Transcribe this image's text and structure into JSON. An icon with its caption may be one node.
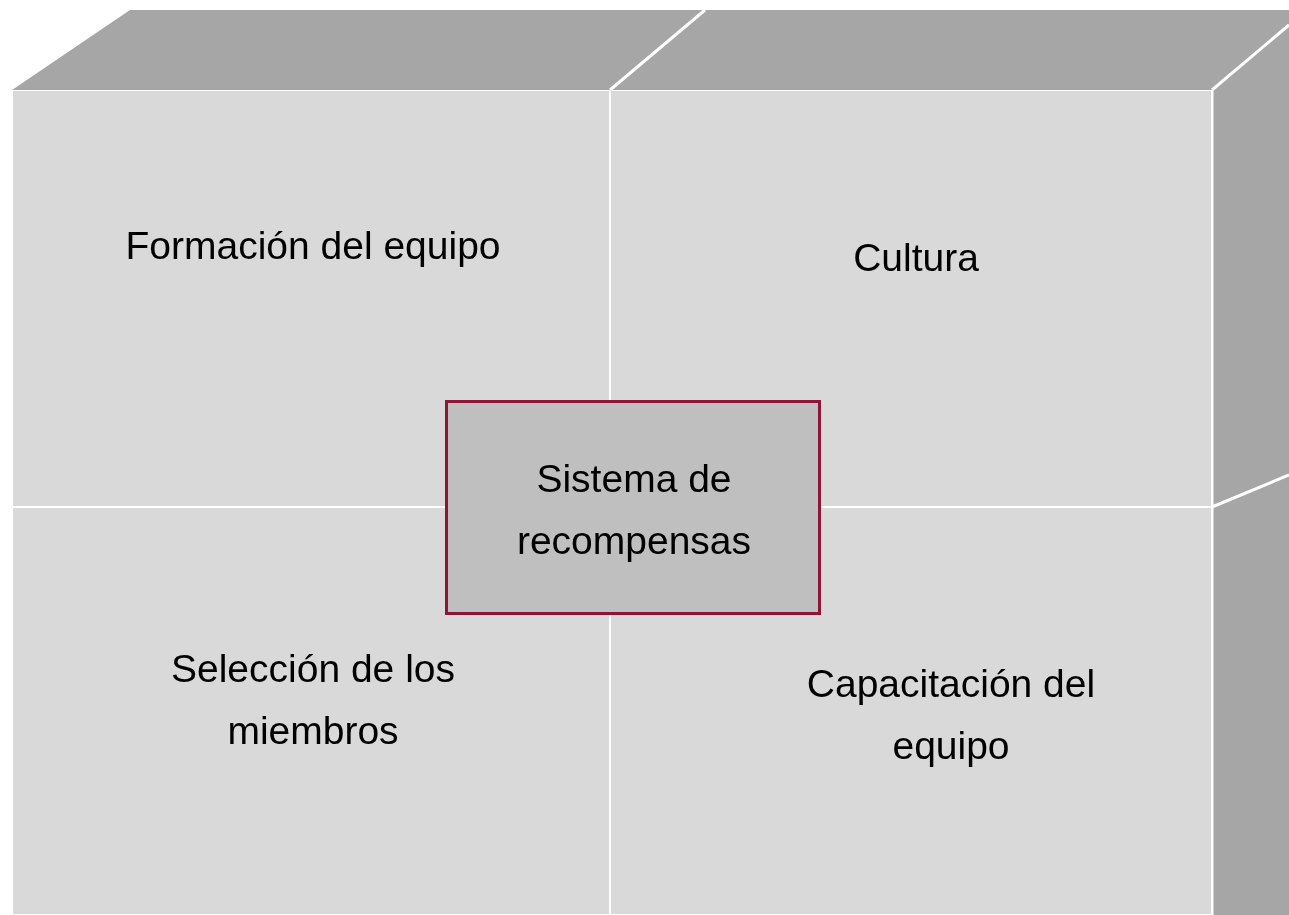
{
  "diagram": {
    "nodes": [
      {
        "text": [
          "Formación del equipo"
        ]
      },
      {
        "text": [
          "Cultura"
        ]
      },
      {
        "text": [
          "Selección de los miembros"
        ]
      },
      {
        "text": [
          "Capacitación del equipo"
        ]
      },
      {
        "text": [
          "Sistema de recompensas"
        ]
      }
    ],
    "edges": []
  }
}
